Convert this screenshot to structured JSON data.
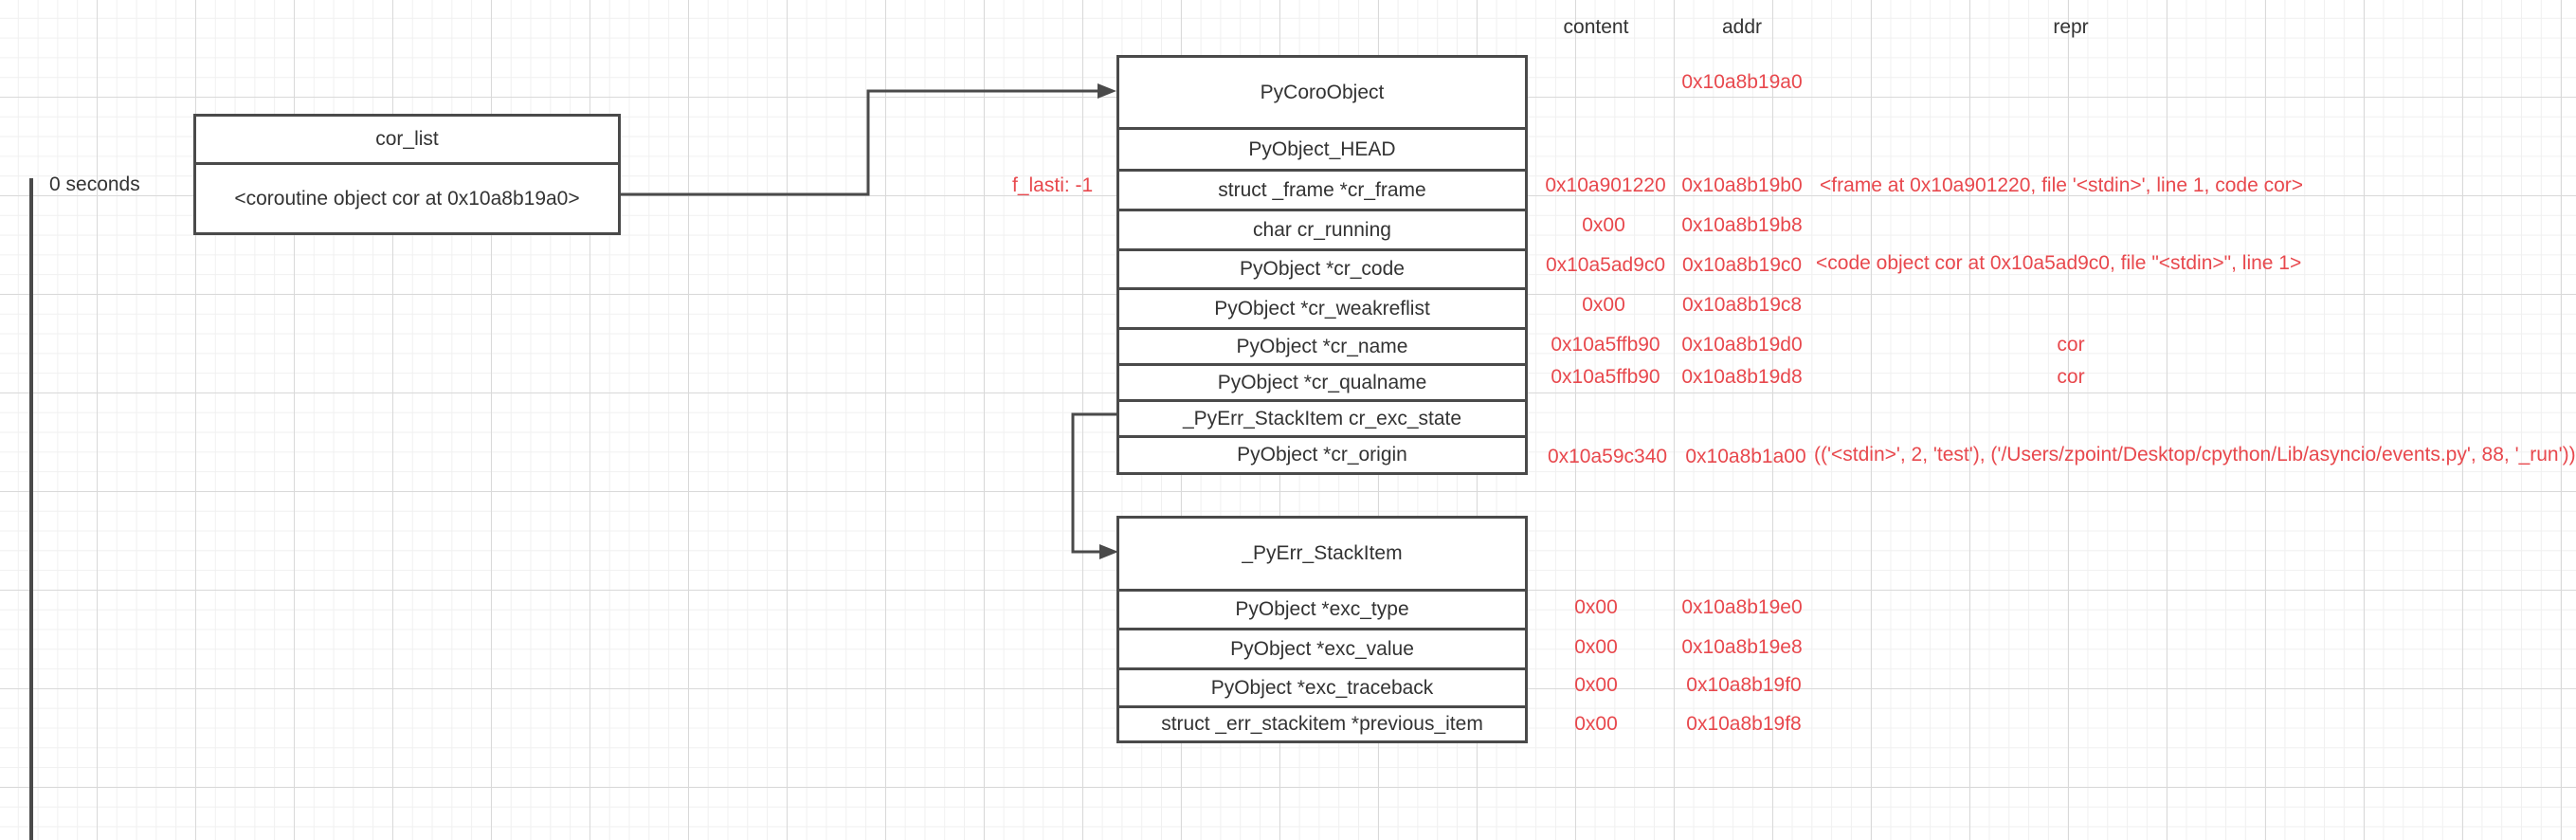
{
  "timeline": {
    "label": "0 seconds"
  },
  "cor_list": {
    "title": "cor_list",
    "item": "<coroutine object cor at 0x10a8b19a0>"
  },
  "columns": {
    "content": "content",
    "addr": "addr",
    "repr": "repr"
  },
  "coro_object": {
    "title": "PyCoroObject",
    "title_addr": "0x10a8b19a0",
    "side_label": "f_lasti: -1",
    "fields": [
      {
        "name": "PyObject_HEAD",
        "content": "",
        "addr": "",
        "repr": ""
      },
      {
        "name": "struct _frame *cr_frame",
        "content": "0x10a901220",
        "addr": "0x10a8b19b0",
        "repr": "<frame at 0x10a901220, file '<stdin>', line 1, code cor>"
      },
      {
        "name": "char cr_running",
        "content": "0x00",
        "addr": "0x10a8b19b8",
        "repr": ""
      },
      {
        "name": "PyObject *cr_code",
        "content": "0x10a5ad9c0",
        "addr": "0x10a8b19c0",
        "repr": "<code object cor at 0x10a5ad9c0, file \"<stdin>\", line 1>"
      },
      {
        "name": "PyObject *cr_weakreflist",
        "content": "0x00",
        "addr": "0x10a8b19c8",
        "repr": ""
      },
      {
        "name": "PyObject *cr_name",
        "content": "0x10a5ffb90",
        "addr": "0x10a8b19d0",
        "repr": "cor"
      },
      {
        "name": "PyObject *cr_qualname",
        "content": "0x10a5ffb90",
        "addr": "0x10a8b19d8",
        "repr": "cor"
      },
      {
        "name": "_PyErr_StackItem cr_exc_state",
        "content": "",
        "addr": "",
        "repr": ""
      },
      {
        "name": "PyObject *cr_origin",
        "content": "0x10a59c340",
        "addr": "0x10a8b1a00",
        "repr": "(('<stdin>', 2, 'test'), ('/Users/zpoint/Desktop/cpython/Lib/asyncio/events.py', 88, '_run'))"
      }
    ]
  },
  "stack_item": {
    "title": "_PyErr_StackItem",
    "fields": [
      {
        "name": "PyObject *exc_type",
        "content": "0x00",
        "addr": "0x10a8b19e0"
      },
      {
        "name": "PyObject *exc_value",
        "content": "0x00",
        "addr": "0x10a8b19e8"
      },
      {
        "name": "PyObject *exc_traceback",
        "content": "0x00",
        "addr": "0x10a8b19f0"
      },
      {
        "name": "struct _err_stackitem *previous_item",
        "content": "0x00",
        "addr": "0x10a8b19f8"
      }
    ]
  },
  "colors": {
    "red": "#e8484d",
    "box_border": "#4a4a4a",
    "text": "#333333"
  }
}
